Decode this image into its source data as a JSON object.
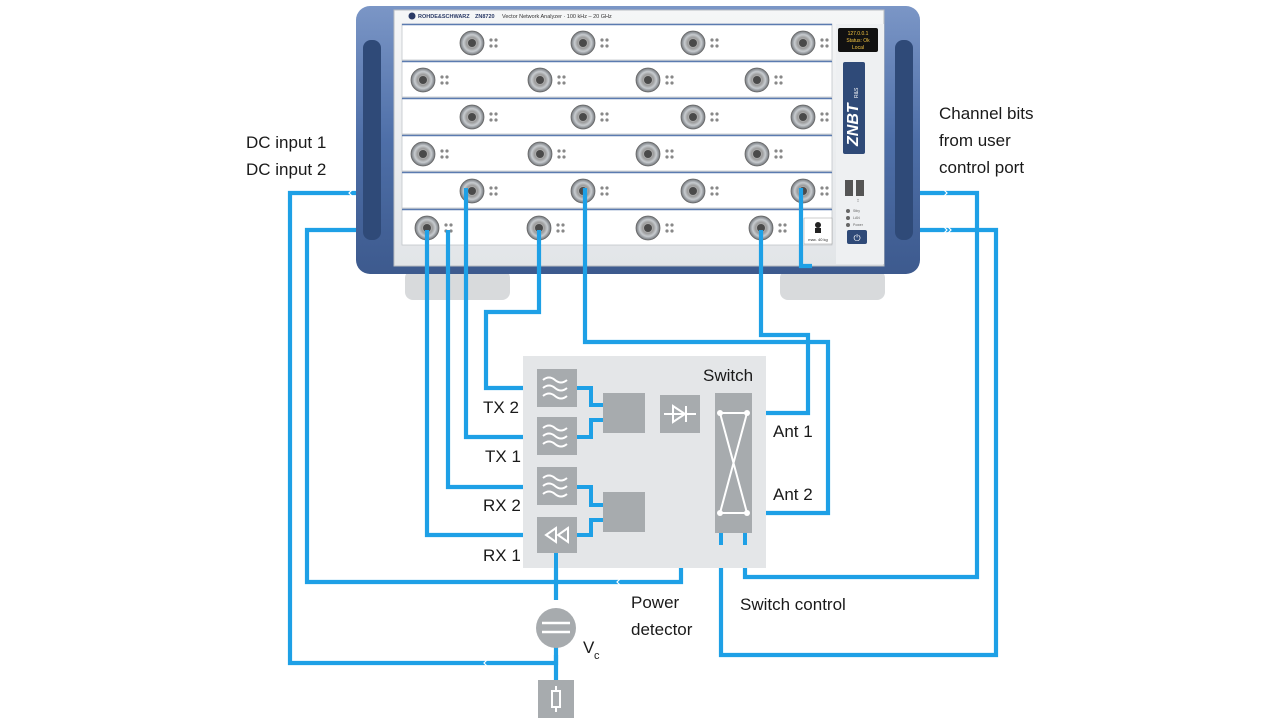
{
  "instrument": {
    "brand": "ROHDE&SCHWARZ",
    "model": "ZN8720",
    "description": "Vector Network Analyzer · 100 kHz – 20 GHz",
    "display_lines": [
      "127.0.0.1",
      "Status: Ok",
      "Local"
    ],
    "side_logo_prefix": "R&S",
    "side_logo": "ZNBT",
    "weight_label": "max. 40 kg",
    "usb_labels": [
      "Stby",
      "LAN",
      "Power"
    ]
  },
  "labels": {
    "dc_input_1": "DC input 1",
    "dc_input_2": "DC input 2",
    "channel_bits": [
      "Channel bits",
      "from user",
      "control port"
    ],
    "switch": "Switch",
    "tx2": "TX 2",
    "tx1": "TX 1",
    "rx2": "RX 2",
    "rx1": "RX 1",
    "ant1": "Ant 1",
    "ant2": "Ant 2",
    "power_detector": [
      "Power",
      "detector"
    ],
    "switch_control": "Switch control",
    "vc": "V",
    "vc_sub": "c"
  },
  "colors": {
    "wire": "#1ea0e6",
    "module_bg": "#e4e6e8",
    "block": "#a7abae",
    "instrument_frame": "#4e6fa8",
    "panel": "#eceef0"
  }
}
